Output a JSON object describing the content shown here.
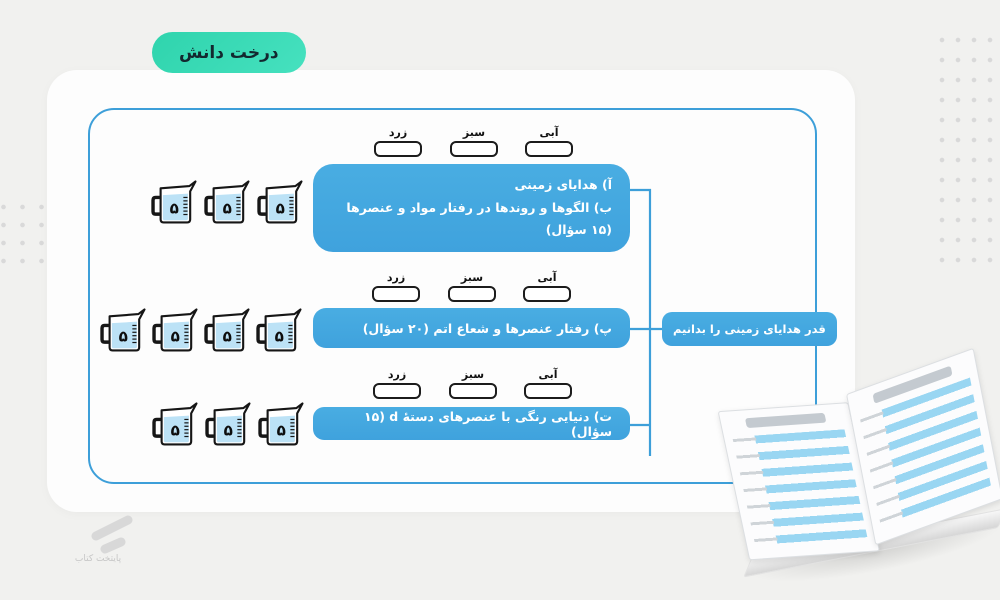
{
  "badge": {
    "label": "درخت دانش"
  },
  "watermark": {
    "label": "پایتخت کتاب"
  },
  "columns": [
    {
      "label": "زرد"
    },
    {
      "label": "سبز"
    },
    {
      "label": "آبی"
    }
  ],
  "rows": [
    {
      "lines": [
        "آ) هدایای زمینی",
        "ب) الگوها و روندها در رفتار مواد و عنصرها",
        "(۱۵ سؤال)"
      ],
      "jug_count": 3
    },
    {
      "lines": [
        "پ) رفتار عنصرها و شعاع اتم (۲۰ سؤال)"
      ],
      "jug_count": 4
    },
    {
      "lines": [
        "ت) دنیایی رنگی با عنصرهای دستهٔ d (۱۵ سؤال)"
      ],
      "jug_count": 3
    }
  ],
  "goal_box": {
    "label": "قدر هدایای زمینی را بدانیم"
  },
  "jug": {
    "value": "۵"
  },
  "colors": {
    "teal": "#35D8B2",
    "box_blue": "#44A9E0",
    "line_blue": "#3D9FD9",
    "water_blue": "#BCE2F6",
    "background": "#F1F1EF",
    "card": "#FDFDFD"
  }
}
